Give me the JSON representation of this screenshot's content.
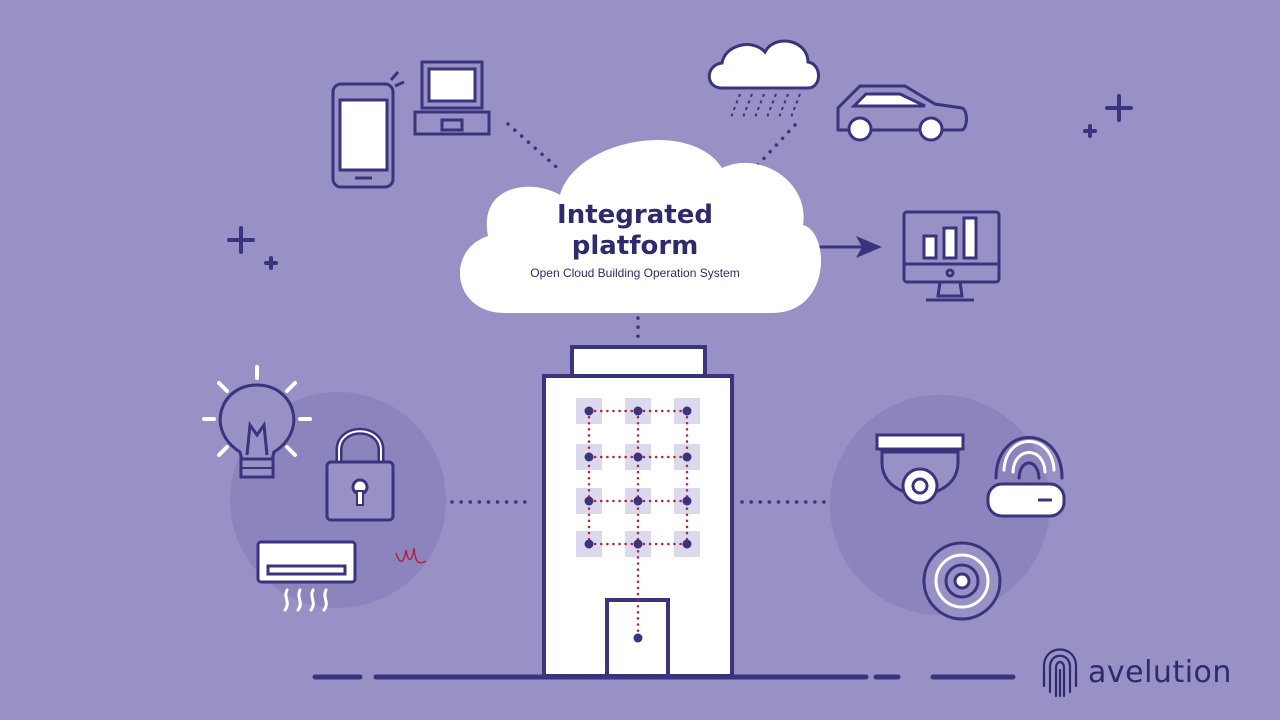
{
  "cloud": {
    "title_line1": "Integrated",
    "title_line2": "platform",
    "subtitle": "Open Cloud Building Operation System"
  },
  "brand": {
    "name": "avelution",
    "icon": "fingerprint-icon"
  },
  "signature_text": "VVL",
  "icons": [
    "smartphone-icon",
    "laptop-icon",
    "rain-cloud-icon",
    "car-icon",
    "monitor-chart-icon",
    "light-bulb-icon",
    "padlock-icon",
    "air-conditioner-icon",
    "security-camera-icon",
    "wifi-router-icon",
    "speaker-sensor-icon",
    "building-icon"
  ],
  "colors": {
    "background": "#9891c6",
    "navy": "#3a347f",
    "white": "#ffffff",
    "network_dot": "#b5243c",
    "circle": "#8b84bd"
  }
}
